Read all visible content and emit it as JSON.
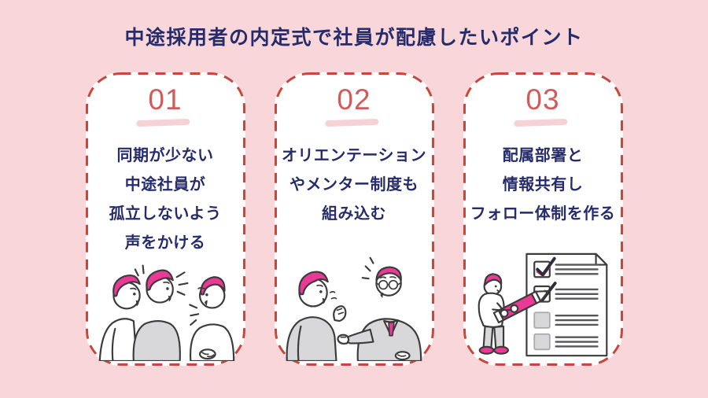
{
  "page": {
    "title": "中途採用者の内定式で社員が配慮したいポイント"
  },
  "cards": [
    {
      "number": "01",
      "lines": [
        "同期が少ない",
        "中途社員が",
        "孤立しないよう",
        "声をかける"
      ],
      "illustration": "three-people-talking"
    },
    {
      "number": "02",
      "lines": [
        "オリエンテーション",
        "やメンター制度も",
        "組み込む"
      ],
      "illustration": "two-people-greeting-handshake"
    },
    {
      "number": "03",
      "lines": [
        "配属部署と",
        "情報共有し",
        "フォロー体制を作る"
      ],
      "illustration": "person-checking-checklist-with-big-pencil"
    }
  ],
  "colors": {
    "bg": "#f8d6d9",
    "navy": "#262c6b",
    "border_red": "#c7463e",
    "num_red": "#d15a5a",
    "underline_pink": "#f4c9ce",
    "pink": "#e93a96",
    "line": "#3b3b3b",
    "cloth": "#d8d8db"
  }
}
